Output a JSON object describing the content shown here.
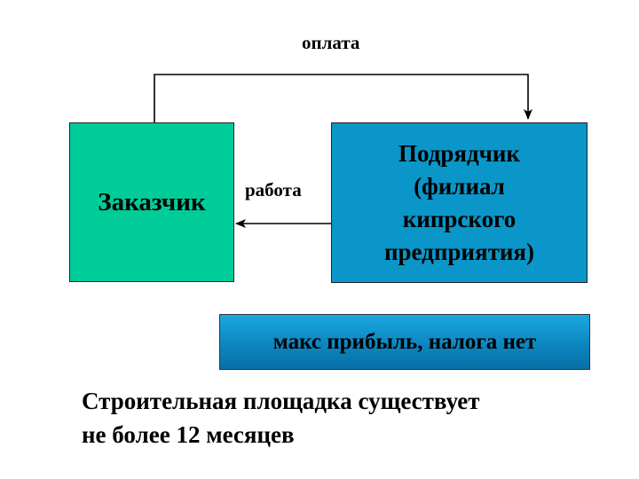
{
  "diagram": {
    "payment_label": "оплата",
    "work_label": "работа",
    "client": {
      "label": "Заказчик"
    },
    "contractor": {
      "lines": [
        "Подрядчик",
        "(филиал",
        "кипрского",
        "предприятия)"
      ]
    },
    "result": {
      "label": "макс прибыль, налога нет"
    },
    "note": {
      "lines": [
        "Строительная площадка существует",
        "не более 12 месяцев"
      ]
    }
  },
  "colors": {
    "client_fill": "#00cc99",
    "contractor_fill": "#0a96c8",
    "result_fill": "#1193cf"
  }
}
